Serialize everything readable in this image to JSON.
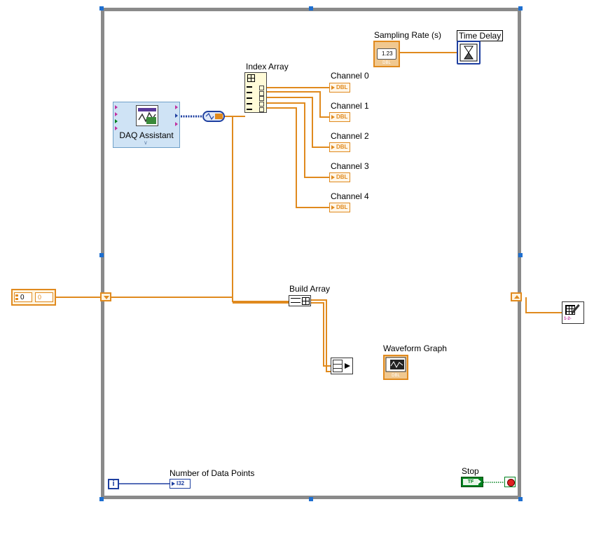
{
  "block_diagram": {
    "daq_assistant": {
      "label": "DAQ Assistant"
    },
    "index_array": {
      "label": "Index Array"
    },
    "channels": [
      {
        "label": "Channel 0",
        "type": "DBL"
      },
      {
        "label": "Channel 1",
        "type": "DBL"
      },
      {
        "label": "Channel 2",
        "type": "DBL"
      },
      {
        "label": "Channel 3",
        "type": "DBL"
      },
      {
        "label": "Channel 4",
        "type": "DBL"
      }
    ],
    "sampling_rate": {
      "label": "Sampling Rate (s)",
      "display": "1.23",
      "type": "DBL"
    },
    "time_delay": {
      "label": "Time Delay"
    },
    "build_array": {
      "label": "Build Array"
    },
    "waveform_graph": {
      "label": "Waveform Graph",
      "type": "DBL"
    },
    "number_of_data_points": {
      "label": "Number of Data Points",
      "type": "I32"
    },
    "iteration_terminal": {
      "text": "i"
    },
    "stop": {
      "label": "Stop",
      "type": "TF"
    },
    "array_constant": {
      "index": "0",
      "element": "0"
    },
    "write_file": {
      "text": "1-2-"
    }
  },
  "colors": {
    "wire_dbl": "#e08a1e",
    "wire_i32": "#1e3fa0",
    "wire_bool": "#00821e",
    "loop_border": "#8a8a8a",
    "handle": "#1e6fd0"
  }
}
